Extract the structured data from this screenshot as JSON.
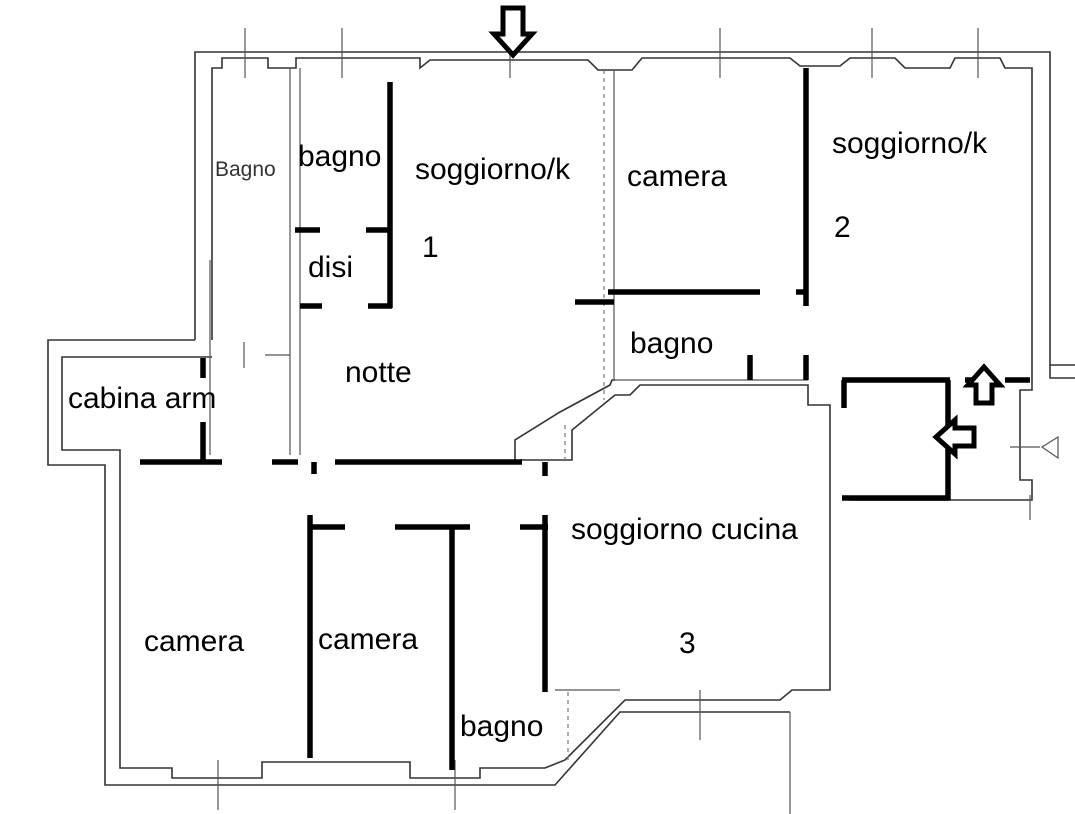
{
  "labels": {
    "bagno_small": "Bagno",
    "bagno_1": "bagno",
    "soggiorno_1": "soggiorno/k",
    "camera_top": "camera",
    "soggiorno_2": "soggiorno/k",
    "num_1": "1",
    "num_2": "2",
    "disi": "disi",
    "bagno_2": "bagno",
    "notte": "notte",
    "cabina": "cabina arm",
    "soggiorno_cucina": "soggiorno cucina",
    "num_3": "3",
    "camera_left": "camera",
    "camera_mid": "camera",
    "bagno_3": "bagno"
  }
}
